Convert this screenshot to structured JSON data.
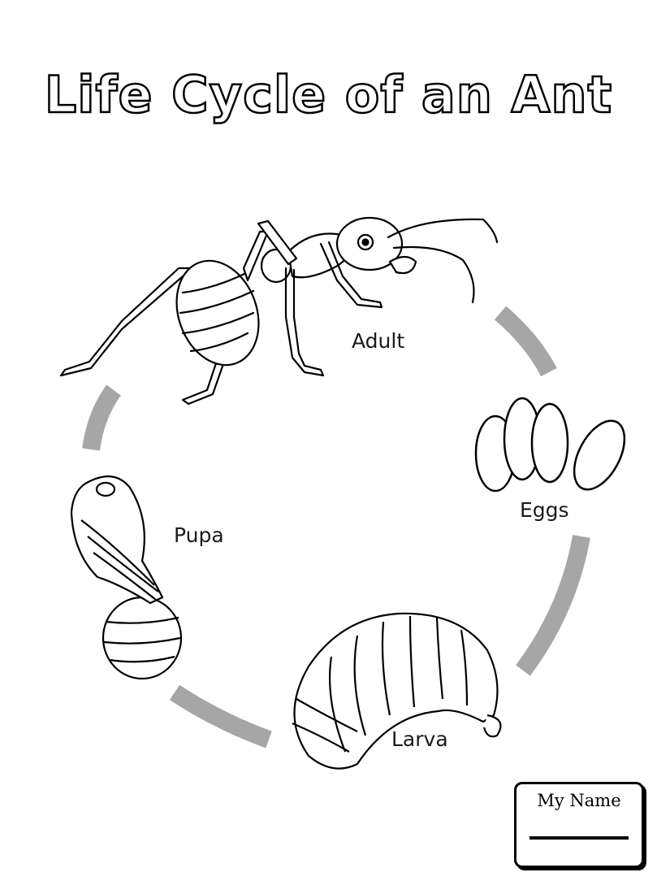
{
  "title": "Life Cycle of an Ant",
  "stages": {
    "adult": "Adult",
    "eggs": "Eggs",
    "larva": "Larva",
    "pupa": "Pupa"
  },
  "name_box": {
    "label": "My Name"
  },
  "colors": {
    "arrow": "#a6a6a6",
    "line": "#000000",
    "background": "#ffffff"
  }
}
